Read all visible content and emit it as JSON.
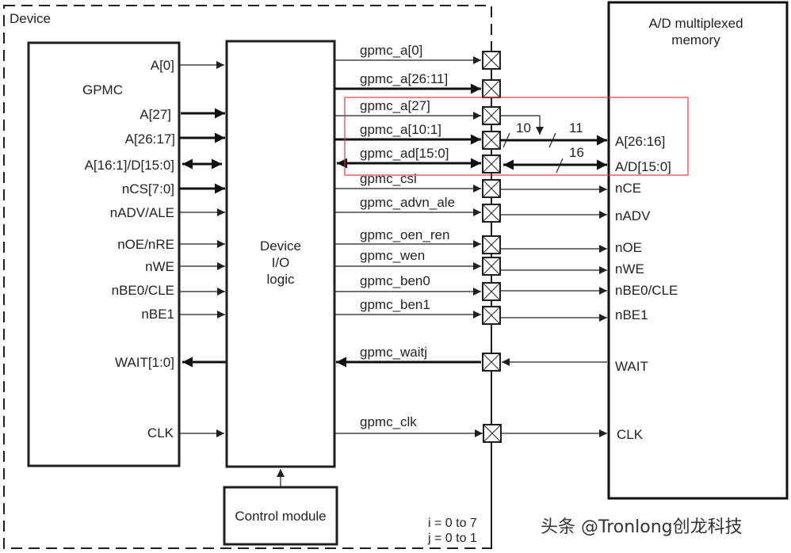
{
  "colors": {
    "line": "#231f20",
    "highlight": "#e03c3c",
    "watermark": "#333333"
  },
  "device_container": {
    "label": "Device",
    "note_line1": "i = 0 to 7",
    "note_line2": "j = 0 to 1"
  },
  "gpmc_block": {
    "title": "GPMC",
    "signals": [
      {
        "label": "A[0]",
        "style": "thin",
        "direction": "out"
      },
      {
        "label": "A[27]",
        "style": "bus",
        "direction": "out"
      },
      {
        "label": "A[26:17]",
        "style": "bus",
        "direction": "out"
      },
      {
        "label": "A[16:1]/D[15:0]",
        "style": "bus",
        "direction": "bidir"
      },
      {
        "label": "nCS[7:0]",
        "style": "bus",
        "direction": "out"
      },
      {
        "label": "nADV/ALE",
        "style": "thin",
        "direction": "out"
      },
      {
        "label": "nOE/nRE",
        "style": "thin",
        "direction": "out"
      },
      {
        "label": "nWE",
        "style": "thin",
        "direction": "out"
      },
      {
        "label": "nBE0/CLE",
        "style": "thin",
        "direction": "out"
      },
      {
        "label": "nBE1",
        "style": "thin",
        "direction": "out"
      },
      {
        "label": "WAIT[1:0]",
        "style": "bus",
        "direction": "in"
      },
      {
        "label": "CLK",
        "style": "thin",
        "direction": "out"
      }
    ]
  },
  "io_logic_block": {
    "line1": "Device",
    "line2": "I/O",
    "line3": "logic"
  },
  "control_module": {
    "label": "Control module"
  },
  "pads": [
    {
      "label": "gpmc_a[0]"
    },
    {
      "label": "gpmc_a[26:11]"
    },
    {
      "label": "gpmc_a[27]"
    },
    {
      "label": "gpmc_a[10:1]"
    },
    {
      "label": "gpmc_ad[15:0]"
    },
    {
      "label": "gpmc_csi"
    },
    {
      "label": "gpmc_advn_ale"
    },
    {
      "label": "gpmc_oen_ren"
    },
    {
      "label": "gpmc_wen"
    },
    {
      "label": "gpmc_ben0"
    },
    {
      "label": "gpmc_ben1"
    },
    {
      "label": "gpmc_waitj"
    },
    {
      "label": "gpmc_clk"
    }
  ],
  "bus_widths": {
    "a10_1": "10",
    "a26_16": "11",
    "ad15_0": "16"
  },
  "memory_block": {
    "title_line1": "A/D multiplexed",
    "title_line2": "memory",
    "pins": [
      {
        "label": "A[26:16]"
      },
      {
        "label": "A/D[15:0]"
      },
      {
        "label": "nCE"
      },
      {
        "label": "nADV"
      },
      {
        "label": "nOE"
      },
      {
        "label": "nWE"
      },
      {
        "label": "nBE0/CLE"
      },
      {
        "label": "nBE1"
      },
      {
        "label": "WAIT"
      },
      {
        "label": "CLK"
      }
    ]
  },
  "watermark": {
    "text": "头条 @Tronlong创龙科技"
  }
}
